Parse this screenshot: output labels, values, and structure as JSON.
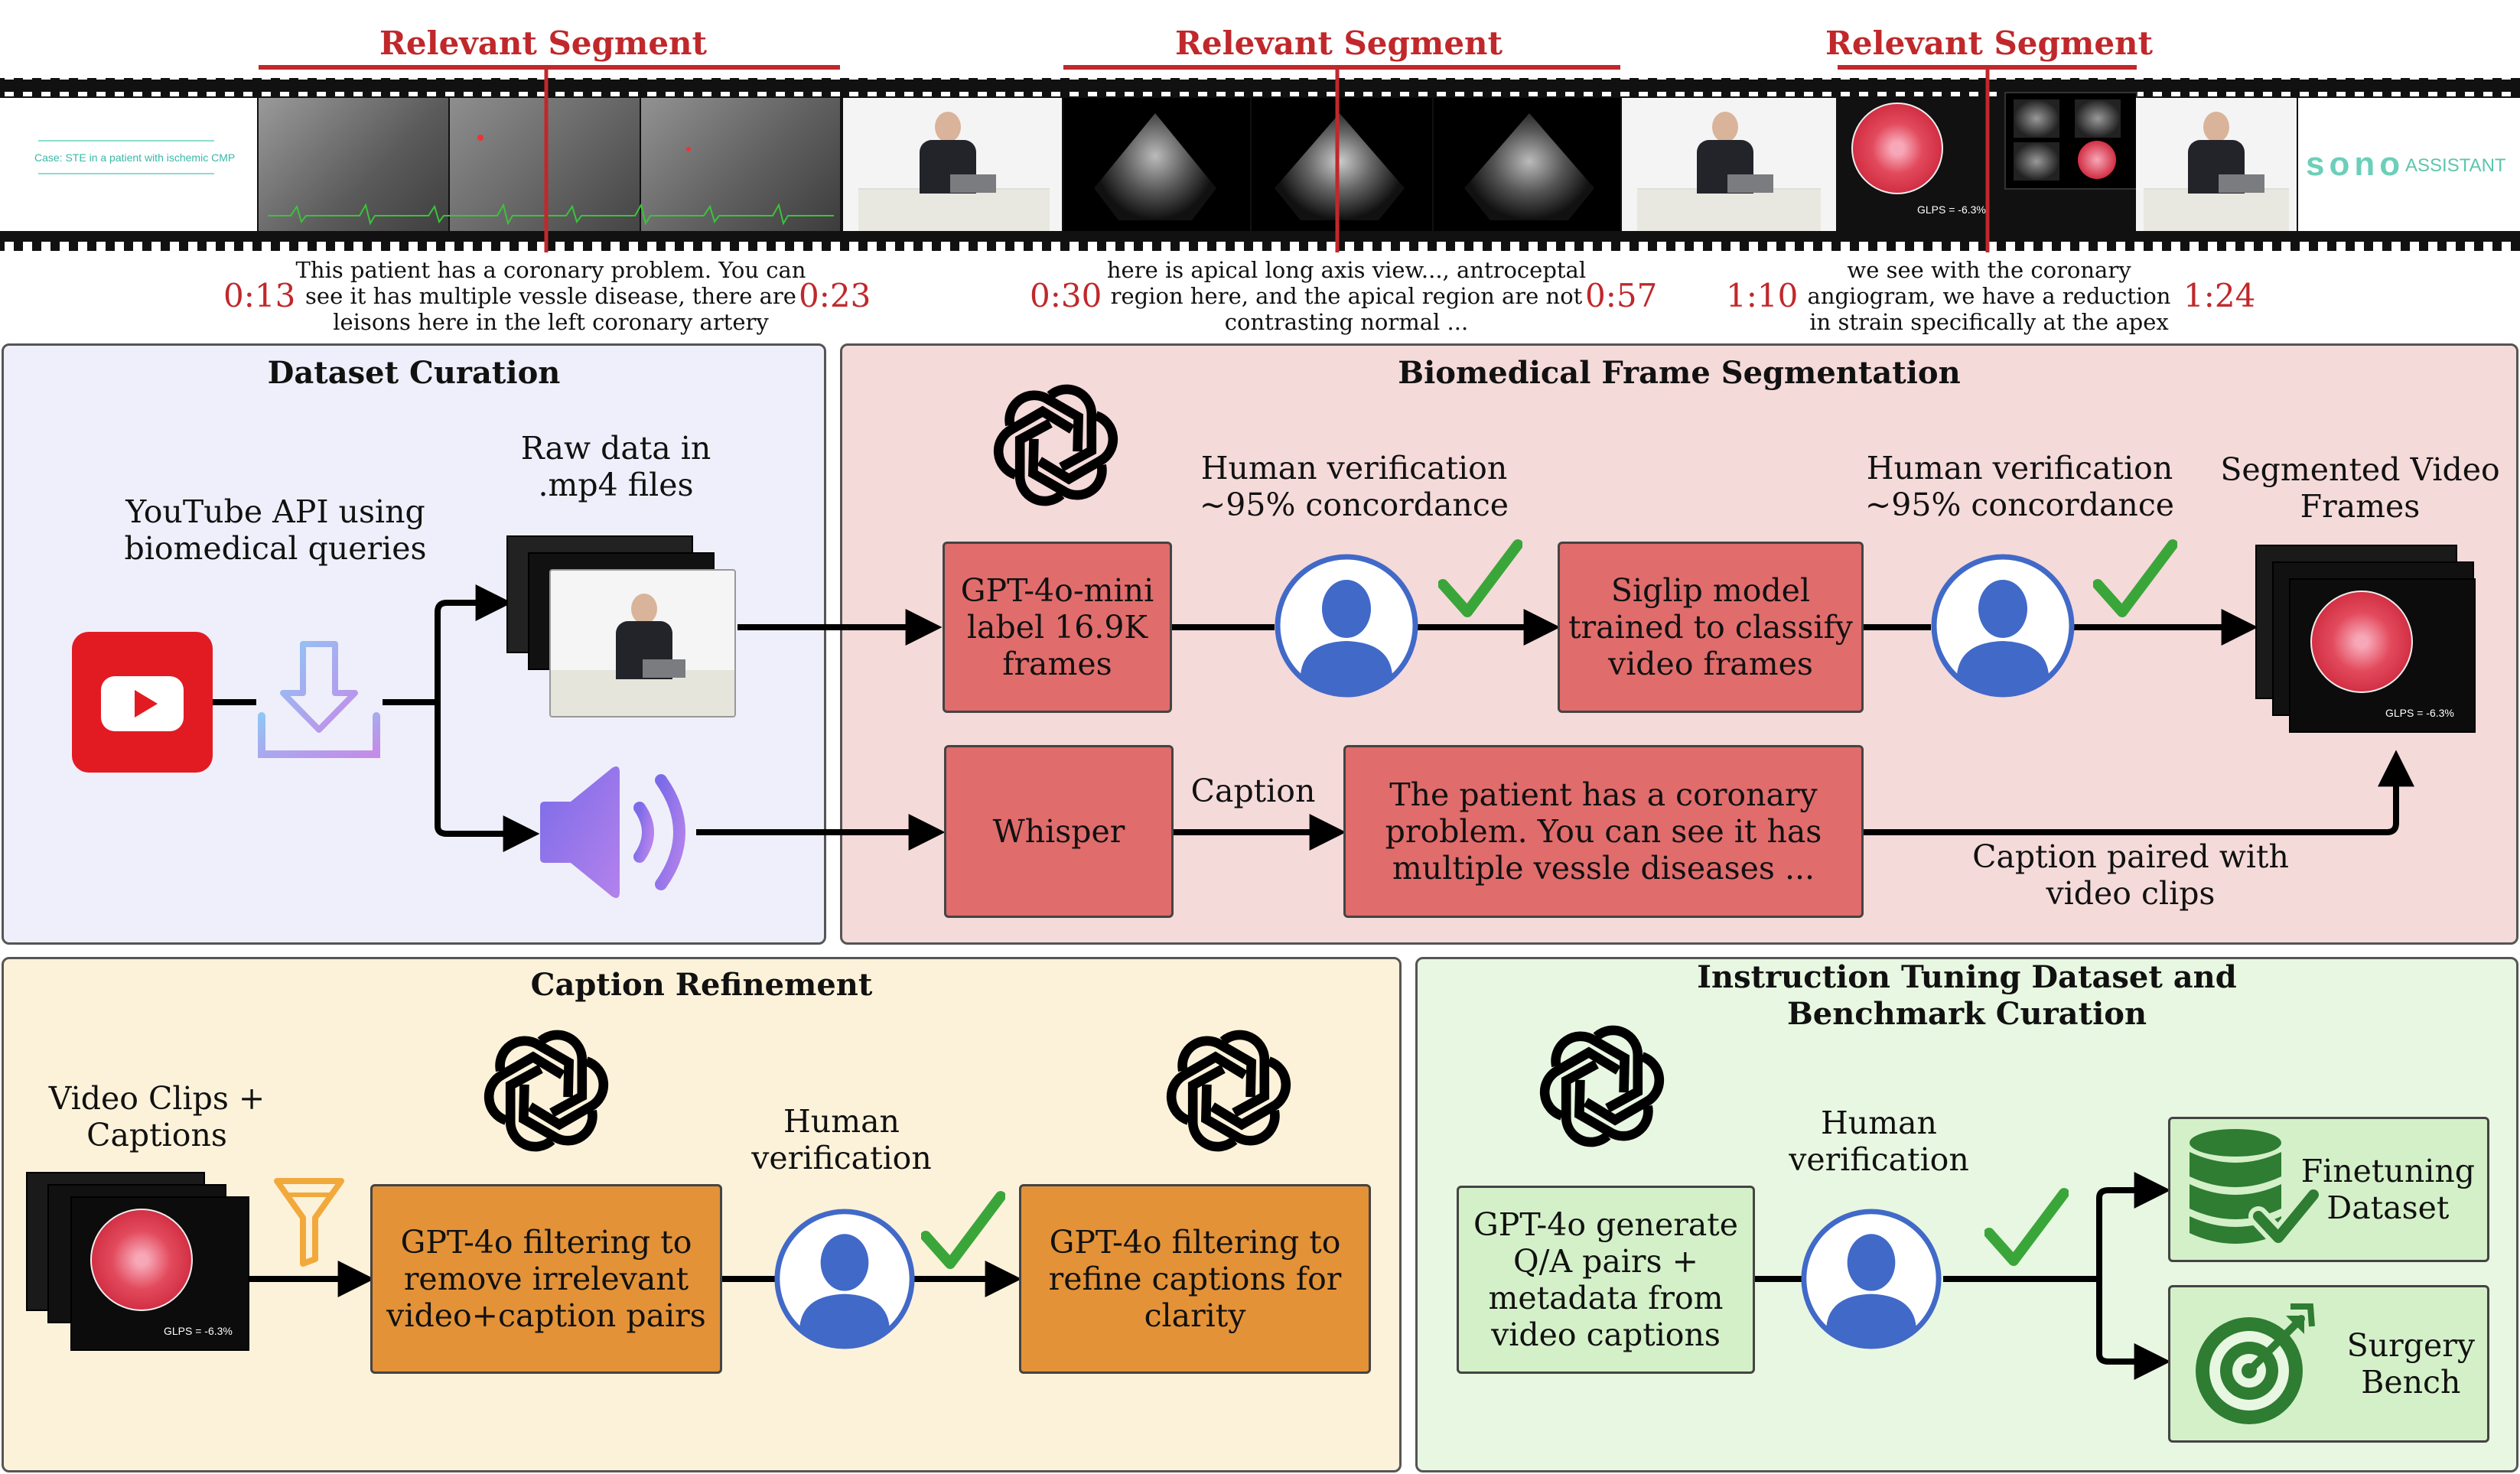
{
  "filmstrip": {
    "segments": [
      {
        "label": "Relevant Segment",
        "start": "0:13",
        "end": "0:23",
        "transcript": [
          "This patient has a coronary problem. You can",
          "see it has multiple vessle disease, there are",
          "leisons here in the left coronary artery"
        ]
      },
      {
        "label": "Relevant Segment",
        "start": "0:30",
        "end": "0:57",
        "transcript": [
          "here is apical long axis view..., antroceptal",
          "region here, and the apical region are not",
          "contrasting normal ..."
        ]
      },
      {
        "label": "Relevant Segment",
        "start": "1:10",
        "end": "1:24",
        "transcript": [
          "we see with the coronary",
          "angiogram, we have a reduction",
          "in strain specifically at the apex"
        ]
      }
    ],
    "intro_slide_text": "Case: STE in a patient with ischemic CMP",
    "strain_readout": "GLPS = -6.3%",
    "end_logo": {
      "brand": "sono",
      "suffix": "ASSISTANT"
    }
  },
  "dataset_curation": {
    "title": "Dataset Curation",
    "youtube_label": [
      "YouTube API using",
      "biomedical queries"
    ],
    "raw_label": [
      "Raw data in",
      ".mp4 files"
    ]
  },
  "frame_segmentation": {
    "title": "Biomedical Frame Segmentation",
    "gpt_box": [
      "GPT-4o-mini",
      "label 16.9K",
      "frames"
    ],
    "verify1": [
      "Human verification",
      "~95% concordance"
    ],
    "siglip_box": [
      "Siglip model",
      "trained to classify",
      "video frames"
    ],
    "verify2": [
      "Human verification",
      "~95% concordance"
    ],
    "output_label": [
      "Segmented Video",
      "Frames"
    ],
    "whisper_box": "Whisper",
    "caption_label": "Caption",
    "caption_box": [
      "The patient has a coronary",
      "problem. You can see it has",
      "multiple vessle diseases ..."
    ],
    "paired_label": [
      "Caption paired with",
      "video clips"
    ]
  },
  "caption_refinement": {
    "title": "Caption Refinement",
    "input_label": [
      "Video Clips +",
      "Captions"
    ],
    "filter_box": [
      "GPT-4o filtering to",
      "remove irrelevant",
      "video+caption pairs"
    ],
    "verify_label": [
      "Human",
      "verification"
    ],
    "refine_box": [
      "GPT-4o filtering to",
      "refine captions for",
      "clarity"
    ]
  },
  "instruction_tuning": {
    "title": [
      "Instruction Tuning Dataset and",
      "Benchmark Curation"
    ],
    "gen_box": [
      "GPT-4o generate",
      "Q/A pairs +",
      "metadata from",
      "video captions"
    ],
    "verify_label": [
      "Human",
      "verification"
    ],
    "finetune_label": [
      "Finetuning",
      "Dataset"
    ],
    "bench_label": [
      "Surgery",
      "Bench"
    ]
  },
  "colors": {
    "segment_red": "#c0282b",
    "curation_bg": "#efeffb",
    "segmentation_bg": "#f5dada",
    "refinement_bg": "#fcf2da",
    "tuning_bg": "#e8f7e1",
    "red_box": "#e06c6c",
    "orange_box": "#e39238",
    "green_box": "#d4f0c8",
    "person_blue": "#4169c8",
    "check_green": "#3aa63a",
    "db_green": "#2e7d32"
  },
  "icons": [
    "youtube-icon",
    "download-icon",
    "speaker-icon",
    "openai-logo-icon",
    "person-icon",
    "checkmark-icon",
    "funnel-icon",
    "database-check-icon",
    "target-icon"
  ]
}
